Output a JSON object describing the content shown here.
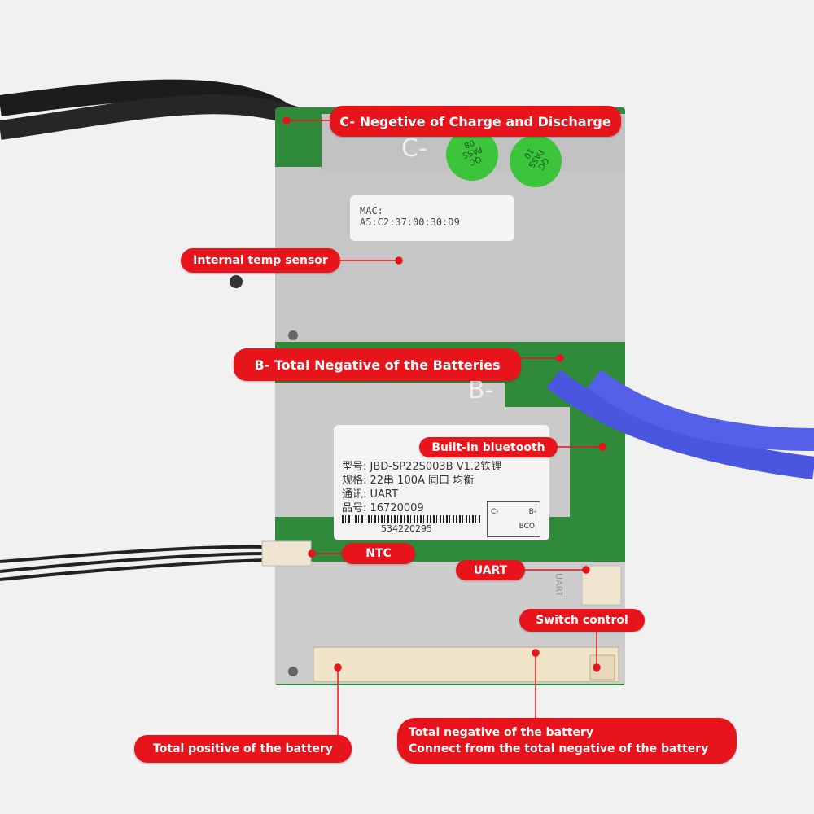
{
  "board": {
    "mac_label": "MAC:",
    "mac_address": "A5:C2:37:00:30:D9",
    "silk_c": "C-",
    "silk_b": "B-",
    "silk_uart": "UART",
    "qc_stickers": [
      {
        "line1": "QC",
        "line2": "PASS",
        "line3": "08"
      },
      {
        "line1": "QC",
        "line2": "PASS",
        "line3": "10"
      }
    ],
    "spec_label": {
      "model": "型号: JBD-SP22S003B V1.2铁锂",
      "spec": "规格: 22串 100A 同口 均衡",
      "comm": "通讯: UART",
      "part": "品号: 16720009",
      "barcode": "534220295",
      "diagram_c": "C-",
      "diagram_b": "B-",
      "diagram_bco": "BCO"
    }
  },
  "callouts": {
    "c_negative": "C- Negetive of Charge and Discharge",
    "temp_sensor": "Internal temp sensor",
    "b_negative": "B- Total Negative of the Batteries",
    "bluetooth": "Built-in bluetooth",
    "ntc": "NTC",
    "uart": "UART",
    "switch": "Switch control",
    "total_positive": "Total positive of the battery",
    "total_negative_line1": "Total negative of the battery",
    "total_negative_line2": "Connect from the total negative of the battery"
  },
  "colors": {
    "callout": "#e8141b",
    "pcb": "#2f8a3a",
    "metal": "#c9c9c9",
    "blue_cable": "#4a55e0"
  }
}
